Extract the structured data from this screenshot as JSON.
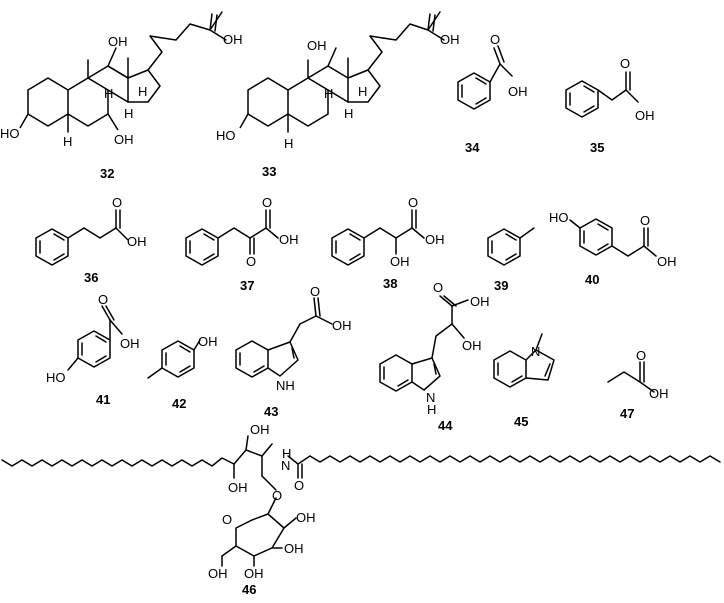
{
  "labels": {
    "oh": "OH",
    "ho": "HO",
    "h": "H",
    "o": "O",
    "n": "N",
    "nh": "NH",
    "hn": "HN"
  },
  "compounds": [
    {
      "id": "32"
    },
    {
      "id": "33"
    },
    {
      "id": "34"
    },
    {
      "id": "35"
    },
    {
      "id": "36"
    },
    {
      "id": "37"
    },
    {
      "id": "38"
    },
    {
      "id": "39"
    },
    {
      "id": "40"
    },
    {
      "id": "41"
    },
    {
      "id": "42"
    },
    {
      "id": "43"
    },
    {
      "id": "44"
    },
    {
      "id": "45"
    },
    {
      "id": "46"
    },
    {
      "id": "47"
    }
  ]
}
